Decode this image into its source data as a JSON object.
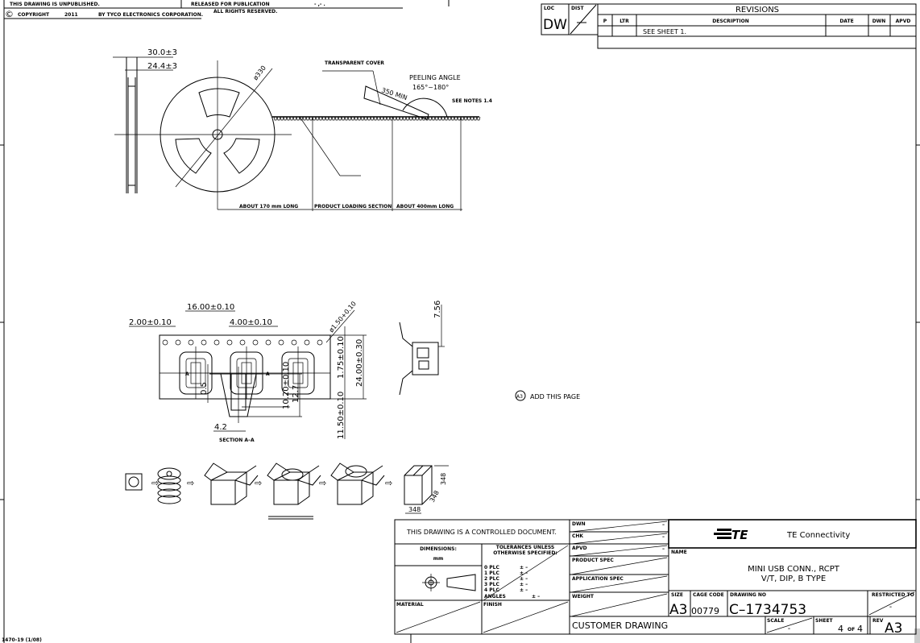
{
  "header": {
    "unpublished": "THIS DRAWING IS UNPUBLISHED.",
    "released": "RELEASED FOR PUBLICATION",
    "release_date": "- ,-   .",
    "copyright_symbol": "©",
    "copyright": "COPYRIGHT",
    "year": "2011",
    "company": "BY TYCO ELECTRONICS CORPORATION.",
    "rights": "ALL RIGHTS RESERVED."
  },
  "loc_dist": {
    "loc_label": "LOC",
    "loc_value": "DW",
    "dist_label": "DIST"
  },
  "revisions": {
    "title": "REVISIONS",
    "columns": [
      "P",
      "LTR",
      "DESCRIPTION",
      "DATE",
      "DWN",
      "APVD"
    ],
    "rows": [
      {
        "p": "",
        "ltr": "",
        "description": "SEE SHEET 1.",
        "date": "",
        "dwn": "",
        "apvd": ""
      }
    ]
  },
  "reel": {
    "width_outer": "30.0±3",
    "width_inner": "24.4±3",
    "diameter": "ø330",
    "transparent_cover": "TRANSPARENT COVER",
    "peeling_angle": "PEELING ANGLE",
    "angle_range": "165°~180°",
    "min_length": "350 MIN",
    "see_notes": "SEE NOTES 1.4",
    "leader_section": "ABOUT 170 mm LONG",
    "loading_section": "PRODUCT LOADING SECTION",
    "trailer_section": "ABOUT 400mm LONG"
  },
  "tape": {
    "pitch": "16.00±0.10",
    "edge": "2.00±0.10",
    "hole_pitch": "4.00±0.10",
    "hole_dia": "ø1.50+0.10",
    "hole_offset": "1.75±0.10",
    "tape_width": "24.00±0.30",
    "center": "11.50±0.10",
    "section_mark": "A",
    "height": "7.56"
  },
  "section": {
    "thickness": "0.5",
    "depth": "10.20±0.10",
    "height": "12.7",
    "width": "4.2",
    "label": "SECTION A–A"
  },
  "packaging": {
    "arrow": "⇨",
    "box_dim": "348"
  },
  "note": {
    "symbol": "A3",
    "text": "ADD THIS PAGE"
  },
  "title_block": {
    "controlled": "THIS DRAWING IS A CONTROLLED DOCUMENT.",
    "dimensions": "DIMENSIONS:",
    "units": "mm",
    "tolerances": "TOLERANCES UNLESS",
    "otherwise": "OTHERWISE SPECIFIED:",
    "tol_rows": [
      "0 PLC",
      "1 PLC",
      "2 PLC",
      "3 PLC",
      "4 PLC"
    ],
    "tol_value": "± –",
    "angles": "ANGLES",
    "material": "MATERIAL",
    "finish": "FINISH",
    "dwn": "DWN",
    "chk": "CHK",
    "apvd": "APVD",
    "product_spec": "PRODUCT SPEC",
    "application_spec": "APPLICATION SPEC",
    "weight": "WEIGHT",
    "dash": "–",
    "customer_drawing": "CUSTOMER DRAWING",
    "logo": "TE",
    "company": "TE Connectivity",
    "name_label": "NAME",
    "name_line1": "MINI USB CONN., RCPT",
    "name_line2": "V/T, DIP, B TYPE",
    "size_label": "SIZE",
    "size": "A3",
    "cage_label": "CAGE CODE",
    "cage": "00779",
    "dwg_label": "DRAWING NO",
    "dwg_no": "C–1734753",
    "restricted": "RESTRICTED TO",
    "scale_label": "SCALE",
    "sheet_label": "SHEET",
    "sheet": "4",
    "of": "OF",
    "sheets": "4",
    "rev_label": "REV",
    "rev": "A3"
  },
  "form_no": "1470-19 (1/08)"
}
